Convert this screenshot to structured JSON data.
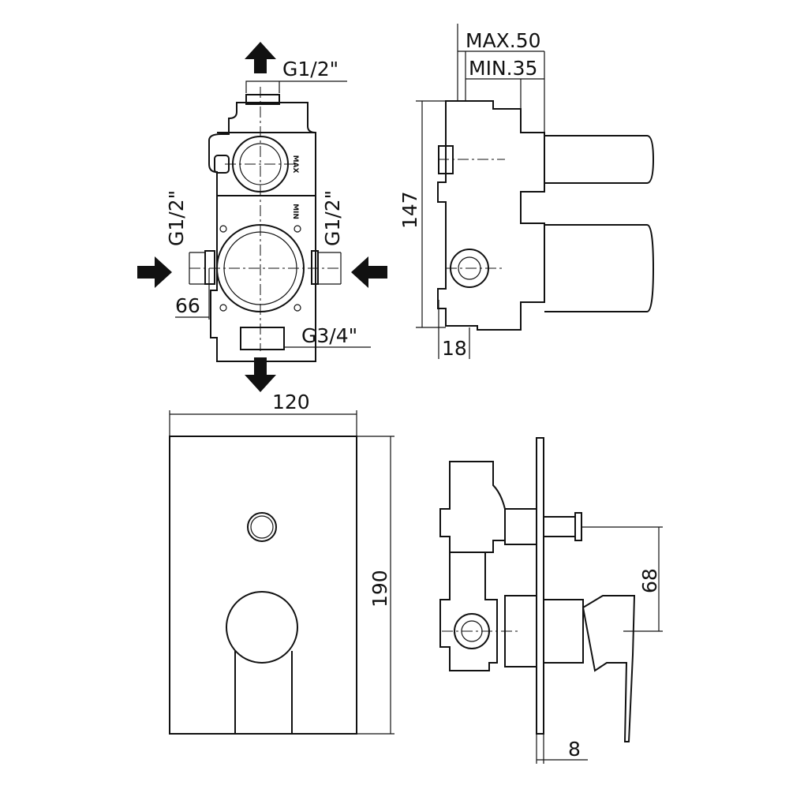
{
  "front_view": {
    "top_inlet_label": "G1/2\"",
    "left_inlet_label": "G1/2\"",
    "right_inlet_label": "G1/2\"",
    "offset_label": "66",
    "bottom_outlet_label": "G3/4\"",
    "body_marks": {
      "max": "MAX",
      "min": "MIN"
    }
  },
  "side_view": {
    "max_depth_label": "MAX.50",
    "min_depth_label": "MIN.35",
    "height_label": "147",
    "depth_label": "18"
  },
  "plate_front": {
    "width_label": "120",
    "height_label": "190"
  },
  "plate_side": {
    "lever_offset_label": "68",
    "plate_thickness_label": "8"
  }
}
